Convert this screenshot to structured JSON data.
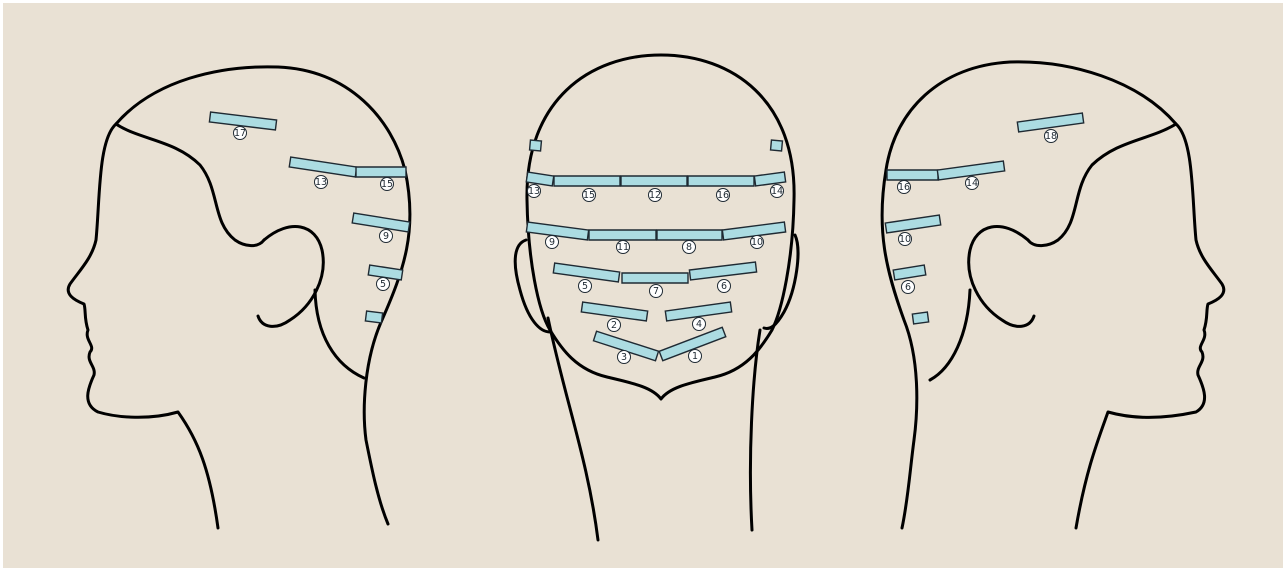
{
  "colors": {
    "background": "#e9e1d4",
    "weft_fill": "#acdce2",
    "outline": "#000000"
  },
  "views": [
    {
      "id": "left-profile",
      "labels": [
        "17",
        "13",
        "15",
        "9",
        "5"
      ]
    },
    {
      "id": "back-of-head",
      "labels": [
        "13",
        "15",
        "12",
        "16",
        "14",
        "9",
        "11",
        "8",
        "10",
        "5",
        "7",
        "6",
        "2",
        "4",
        "3",
        "1"
      ]
    },
    {
      "id": "right-profile",
      "labels": [
        "18",
        "16",
        "14",
        "10",
        "6"
      ]
    }
  ]
}
